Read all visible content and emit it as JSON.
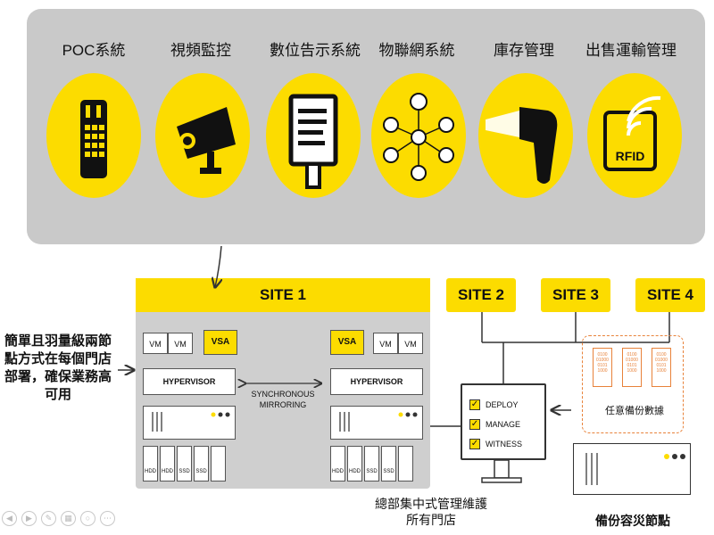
{
  "apps": [
    {
      "label": "POC系統",
      "icon": "pos-terminal-icon"
    },
    {
      "label": "視頻監控",
      "icon": "security-camera-icon"
    },
    {
      "label": "數位告示系統",
      "icon": "digital-signage-icon"
    },
    {
      "label": "物聯網系統",
      "icon": "iot-network-icon"
    },
    {
      "label": "庫存管理",
      "icon": "barcode-scanner-icon"
    },
    {
      "label": "出售運輸管理",
      "icon": "rfid-tag-icon",
      "icon_text": "RFID"
    }
  ],
  "sites": {
    "site1": "SITE 1",
    "site2": "SITE 2",
    "site3": "SITE 3",
    "site4": "SITE 4"
  },
  "site1": {
    "vm_label": "VM",
    "vsa_label": "VSA",
    "hypervisor_label": "HYPERVISOR",
    "sync_label": "SYNCHRONOUS MIRRORING",
    "disks": [
      "HDD",
      "HDD",
      "SSD",
      "SSD"
    ]
  },
  "left_note": "簡單且羽量級兩節點方式在每個門店部署，確保業務高可用",
  "management": {
    "items": [
      "DEPLOY",
      "MANAGE",
      "WITNESS"
    ],
    "caption": "總部集中式管理維護所有門店"
  },
  "backup": {
    "label": "任意備份數據",
    "file_text": "0100 01000 0101 1000"
  },
  "dr": {
    "label": "備份容災節點"
  },
  "colors": {
    "accent": "#fcdc00",
    "panel": "#c9c9c9",
    "backup_orange": "#e8823a"
  }
}
